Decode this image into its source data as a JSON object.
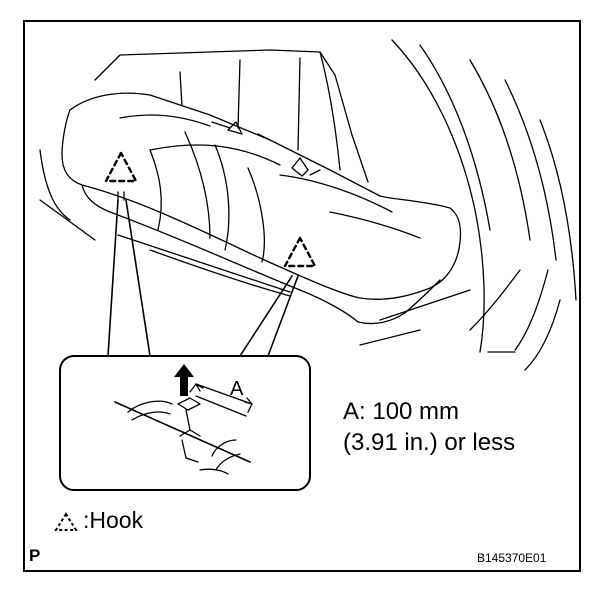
{
  "callout_label": "A",
  "spec": {
    "line1": "A: 100 mm",
    "line2": "(3.91 in.) or less"
  },
  "legend": {
    "icon": "dashed-triangle-icon",
    "label": ":Hook"
  },
  "corner_mark": "P",
  "figure_code": "B145370E01",
  "colors": {
    "line": "#000000",
    "background": "#ffffff"
  }
}
